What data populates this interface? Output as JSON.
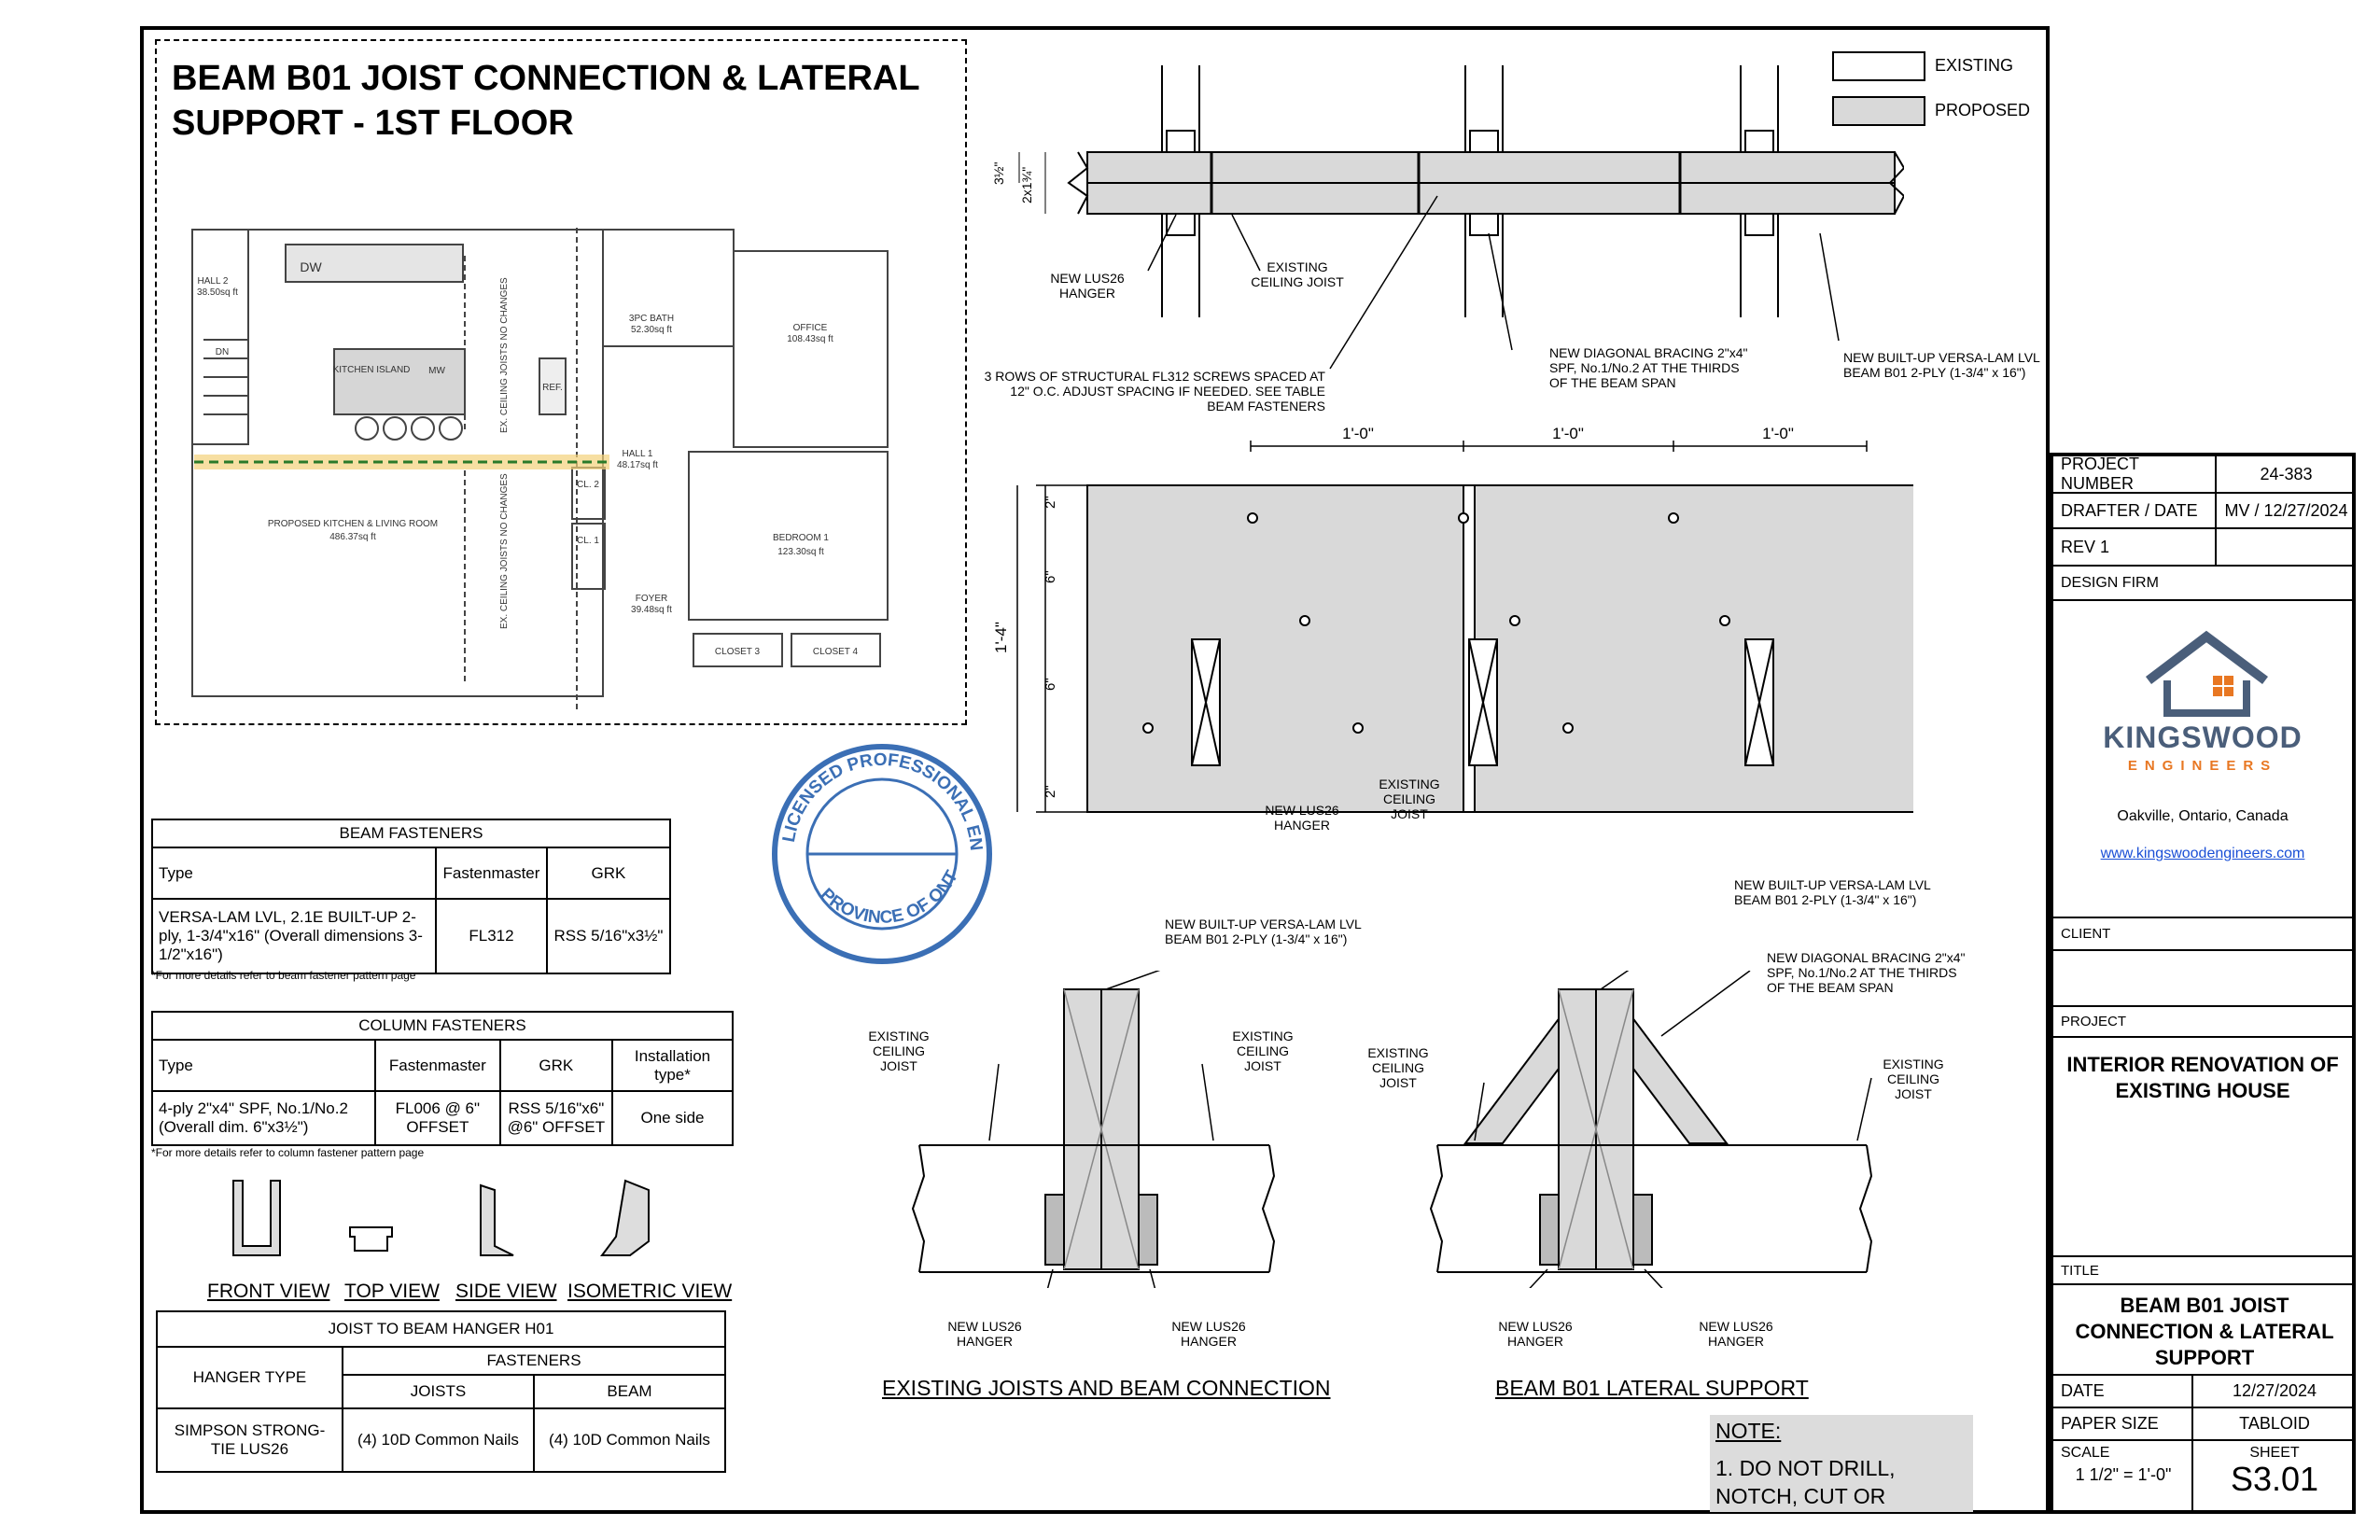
{
  "plan": {
    "title_line1": "BEAM B01 JOIST CONNECTION & LATERAL",
    "title_line2": "SUPPORT - 1ST FLOOR",
    "rooms": {
      "hall2": "HALL 2",
      "hall2_area": "38.50sq ft",
      "dw": "DW",
      "dn": "DN",
      "kitchen_island": "KITCHEN ISLAND",
      "mw": "MW",
      "ref": "REF.",
      "ex_joists": "EX. CEILING JOISTS NO CHANGES",
      "bath": "3PC BATH",
      "bath_area": "52.30sq ft",
      "office": "OFFICE",
      "office_area": "108.43sq ft",
      "hall1": "HALL 1",
      "hall1_area": "48.17sq ft",
      "cl2": "CL. 2",
      "cl1": "CL. 1",
      "proposed_kitchen": "PROPOSED KITCHEN & LIVING ROOM",
      "proposed_kitchen_area": "486.37sq ft",
      "bedroom": "BEDROOM 1",
      "bedroom_area": "123.30sq ft",
      "foyer": "FOYER",
      "foyer_area": "39.48sq ft",
      "closet3": "CLOSET 3",
      "closet4": "CLOSET 4"
    }
  },
  "legend": {
    "existing": "EXISTING",
    "proposed": "PROPOSED"
  },
  "top_view": {
    "dim_a": "3½\"",
    "dim_b": "2x1¾\"",
    "hanger_label": "NEW LUS26 HANGER",
    "joist_label": "EXISTING CEILING JOIST",
    "screws_note": "3 ROWS OF STRUCTURAL FL312 SCREWS SPACED AT 12\" O.C. ADJUST SPACING IF NEEDED. SEE TABLE BEAM FASTENERS",
    "bracing_note": "NEW DIAGONAL BRACING 2\"x4\" SPF, No.1/No.2 AT THE THIRDS OF THE BEAM SPAN",
    "beam_note": "NEW BUILT-UP VERSA-LAM LVL BEAM B01 2-PLY (1-3/4\" x 16\")"
  },
  "elevation": {
    "spacing": [
      "1'-0\"",
      "1'-0\"",
      "1'-0\""
    ],
    "height": "1'-4\"",
    "dims": [
      "2\"",
      "6\"",
      "6\"",
      "2\""
    ],
    "hanger_label": "NEW LUS26 HANGER",
    "joist_label": "EXISTING CEILING JOIST"
  },
  "section1": {
    "title": "EXISTING JOISTS AND BEAM CONNECTION",
    "beam_note": "NEW BUILT-UP VERSA-LAM LVL BEAM B01 2-PLY (1-3/4\" x 16\")",
    "joist_left": "EXISTING CEILING JOIST",
    "joist_right": "EXISTING CEILING JOIST",
    "hanger_left": "NEW LUS26 HANGER",
    "hanger_right": "NEW LUS26 HANGER"
  },
  "section2": {
    "title": "BEAM B01 LATERAL SUPPORT",
    "beam_note": "NEW BUILT-UP VERSA-LAM LVL BEAM B01 2-PLY (1-3/4\" x 16\")",
    "bracing_note": "NEW DIAGONAL BRACING 2\"x4\" SPF, No.1/No.2 AT THE THIRDS OF THE BEAM SPAN",
    "joist_left": "EXISTING CEILING JOIST",
    "joist_right": "EXISTING CEILING JOIST",
    "hanger_left": "NEW LUS26 HANGER",
    "hanger_right": "NEW LUS26 HANGER"
  },
  "stamp": {
    "top": "LICENSED PROFESSIONAL ENGINEER",
    "bottom": "PROVINCE OF ONTARIO"
  },
  "beam_fasteners": {
    "title": "BEAM FASTENERS",
    "headers": [
      "Type",
      "Fastenmaster",
      "GRK"
    ],
    "row_type": "VERSA-LAM LVL, 2.1E BUILT-UP 2-ply, 1-3/4\"x16\" (Overall dimensions 3-1/2\"x16\")",
    "row_fm": "FL312",
    "row_grk": "RSS 5/16\"x3½\"",
    "footnote": "*For more details refer to beam fastener pattern page"
  },
  "column_fasteners": {
    "title": "COLUMN FASTENERS",
    "headers": [
      "Type",
      "Fastenmaster",
      "GRK",
      "Installation type*"
    ],
    "row_type": "4-ply 2\"x4\" SPF, No.1/No.2 (Overall dim. 6\"x3½\")",
    "row_fm": "FL006 @ 6\" OFFSET",
    "row_grk": "RSS 5/16\"x6\" @6\" OFFSET",
    "row_install": "One side",
    "footnote": "*For more details refer to column fastener pattern page"
  },
  "hanger_views": [
    "FRONT VIEW",
    "TOP VIEW",
    "SIDE VIEW",
    "ISOMETRIC VIEW"
  ],
  "hanger_table": {
    "title": "JOIST TO BEAM HANGER H01",
    "hanger_type": "HANGER TYPE",
    "fasteners": "FASTENERS",
    "joists": "JOISTS",
    "beam": "BEAM",
    "row_type": "SIMPSON STRONG-TIE LUS26",
    "row_joists": "(4) 10D Common Nails",
    "row_beam": "(4) 10D Common Nails"
  },
  "note": {
    "title": "NOTE:",
    "line1": "1.  DO NOT DRILL,",
    "line2": "NOTCH, CUT OR"
  },
  "titleblock": {
    "project_number_label": "PROJECT NUMBER",
    "project_number": "24-383",
    "drafter_label": "DRAFTER  /  DATE",
    "drafter": "MV / 12/27/2024",
    "rev": "REV 1",
    "design_firm_label": "DESIGN FIRM",
    "firm_name": "KINGSWOOD",
    "firm_sub": "ENGINEERS",
    "firm_location": "Oakville, Ontario, Canada",
    "firm_url": "www.kingswoodengineers.com",
    "client_label": "CLIENT",
    "project_label": "PROJECT",
    "project_name": "INTERIOR RENOVATION OF EXISTING HOUSE",
    "title_label": "TITLE",
    "title": "BEAM B01 JOIST CONNECTION & LATERAL SUPPORT",
    "date_label": "DATE",
    "date": "12/27/2024",
    "paper_label": "PAPER SIZE",
    "paper": "TABLOID",
    "scale_label": "SCALE",
    "scale": "1 1/2\" = 1'-0\"",
    "sheet_label": "SHEET",
    "sheet": "S3.01"
  },
  "colors": {
    "proposed_fill": "#d9d9d9",
    "stamp_blue": "#3b6fb5",
    "logo_blue": "#4a5e7a",
    "logo_orange": "#e87722",
    "link": "#1a4fd6"
  }
}
